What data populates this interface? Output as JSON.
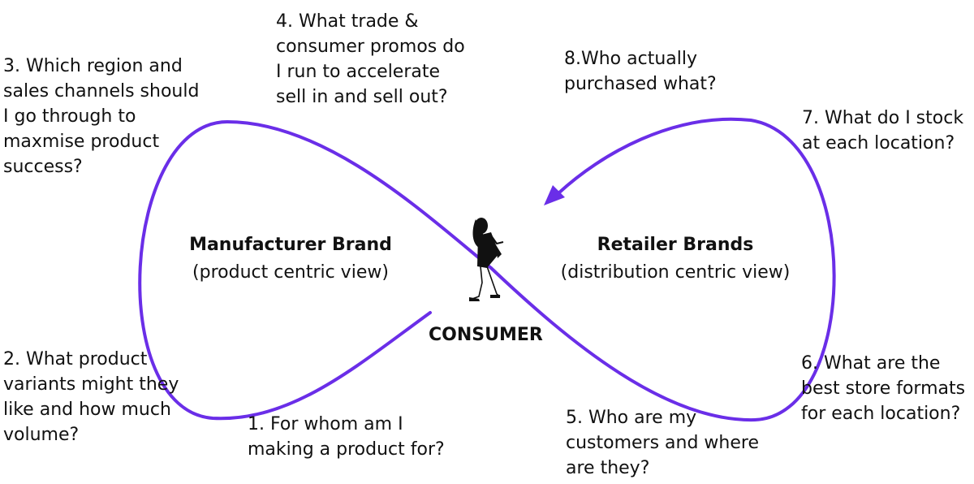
{
  "colors": {
    "accent": "#6a2ee8",
    "text": "#111111",
    "background": "#ffffff"
  },
  "left_loop": {
    "title": "Manufacturer Brand",
    "subtitle": "(product centric view)"
  },
  "right_loop": {
    "title": "Retailer Brands",
    "subtitle": "(distribution centric view)"
  },
  "center": {
    "label": "CONSUMER",
    "icon": "woman-walking-icon"
  },
  "questions": [
    {
      "number": 1,
      "text": "1. For whom am I\nmaking a product for?"
    },
    {
      "number": 2,
      "text": "2. What product\nvariants might they\nlike and how much\nvolume?"
    },
    {
      "number": 3,
      "text": "3. Which region and\nsales channels should\nI go through to\nmaxmise product\nsuccess?"
    },
    {
      "number": 4,
      "text": "4. What trade &\nconsumer promos do\nI run to accelerate\nsell in and sell out?"
    },
    {
      "number": 5,
      "text": "5. Who are my\ncustomers and where\nare they?"
    },
    {
      "number": 6,
      "text": "6. What are the\nbest store formats\nfor each location?"
    },
    {
      "number": 7,
      "text": "7. What do I stock\nat each location?"
    },
    {
      "number": 8,
      "text": "8.Who actually\npurchased what?"
    }
  ]
}
